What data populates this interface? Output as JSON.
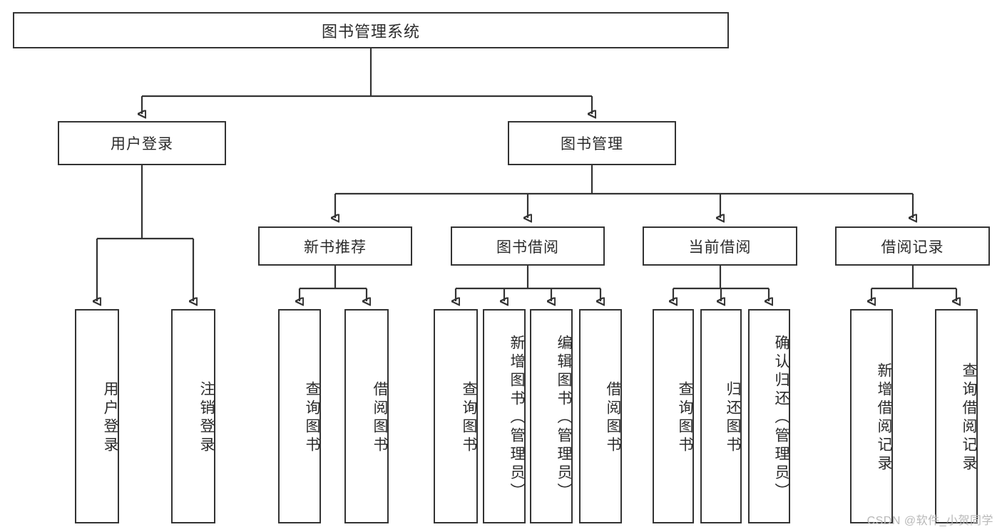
{
  "diagram": {
    "title": "图书管理系统",
    "type": "tree-hierarchy-diagram",
    "colors": {
      "box_border": "#333333",
      "box_fill": "#ffffff",
      "connector": "#333333",
      "text": "#2b2b2b",
      "watermark": "#b8b8b8",
      "background": "#ffffff"
    }
  },
  "root": {
    "label": "图书管理系统"
  },
  "level2": [
    {
      "label": "用户登录"
    },
    {
      "label": "图书管理"
    }
  ],
  "level3": [
    {
      "label": "新书推荐"
    },
    {
      "label": "图书借阅"
    },
    {
      "label": "当前借阅"
    },
    {
      "label": "借阅记录"
    }
  ],
  "leaves": {
    "user_login": [
      {
        "label": "用户登录"
      },
      {
        "label": "注销登录"
      }
    ],
    "new_book_recommend": [
      {
        "label": "查询图书"
      },
      {
        "label": "借阅图书"
      }
    ],
    "book_borrow": [
      {
        "label": "查询图书"
      },
      {
        "label": "新增图书（管理员）"
      },
      {
        "label": "编辑图书（管理员）"
      },
      {
        "label": "借阅图书"
      }
    ],
    "current_borrow": [
      {
        "label": "查询图书"
      },
      {
        "label": "归还图书"
      },
      {
        "label": "确认归还（管理员）"
      }
    ],
    "borrow_record": [
      {
        "label": "新增借阅记录"
      },
      {
        "label": "查询借阅记录"
      }
    ]
  },
  "watermark": {
    "text": "CSDN @软件_小贺同学"
  }
}
